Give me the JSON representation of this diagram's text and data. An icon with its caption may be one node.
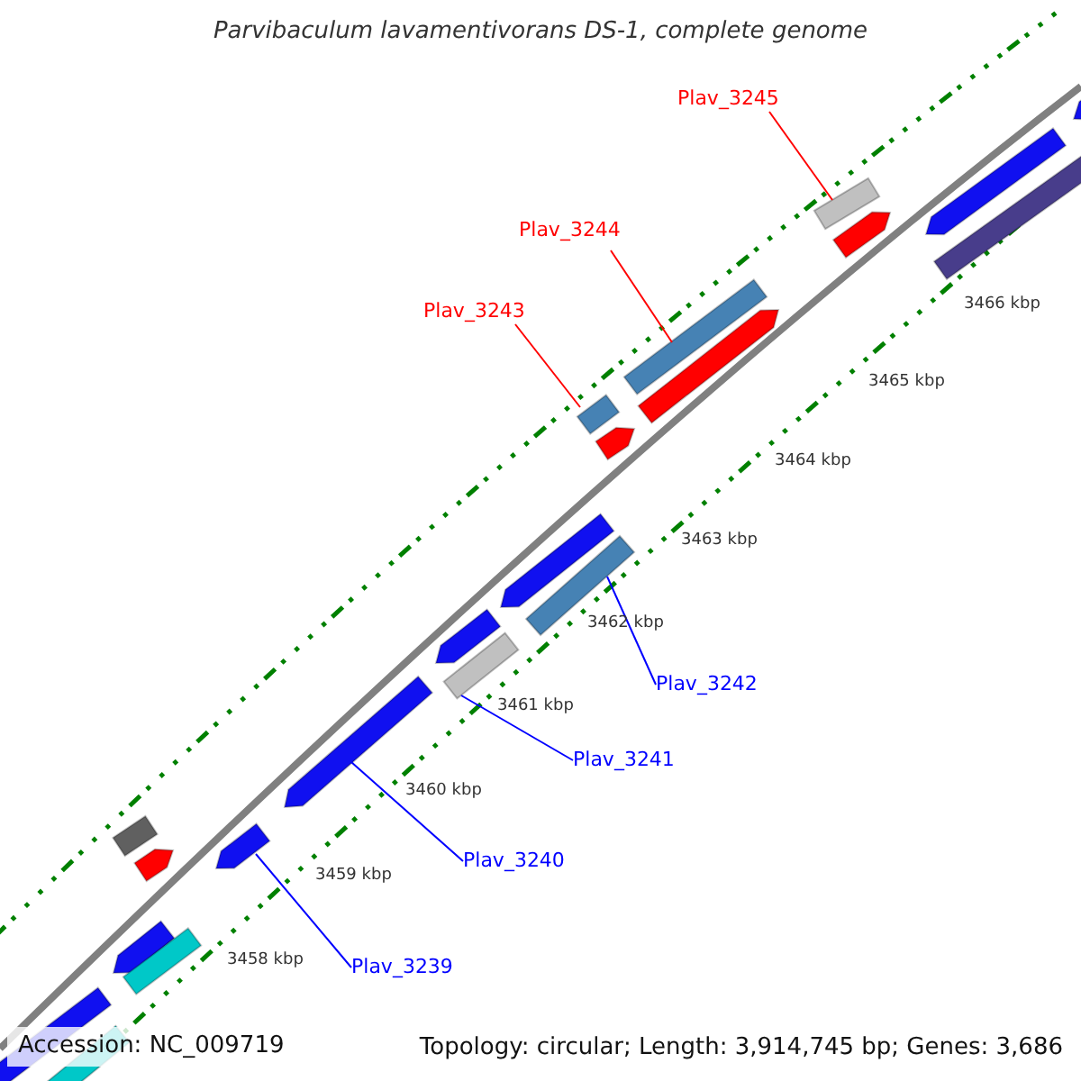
{
  "diagram": {
    "title": "Parvibaculum lavamentivorans DS-1, complete genome",
    "nodes": [
      {
        "text": [
          "Plav_3245"
        ]
      },
      {
        "text": [
          "Plav_3244"
        ]
      },
      {
        "text": [
          "Plav_3243"
        ]
      },
      {
        "text": [
          "Plav_3242"
        ]
      },
      {
        "text": [
          "Plav_3241"
        ]
      },
      {
        "text": [
          "Plav_3240"
        ]
      },
      {
        "text": [
          "Plav_3239"
        ]
      },
      {
        "text": [],
        "shape": "bar"
      },
      {
        "text": [],
        "shape": "bar"
      },
      {
        "text": [],
        "shape": "arrow"
      },
      {
        "text": [],
        "shape": "bar"
      },
      {
        "text": [],
        "shape": "bar"
      },
      {
        "text": [],
        "shape": "arrow"
      },
      {
        "text": [],
        "shape": "arrow"
      },
      {
        "text": [],
        "shape": "arrow"
      },
      {
        "text": [],
        "shape": "arrow"
      },
      {
        "text": [],
        "shape": "bar"
      },
      {
        "text": [],
        "shape": "arrow"
      },
      {
        "text": [],
        "shape": "bar"
      },
      {
        "text": [],
        "shape": "bar"
      },
      {
        "text": [],
        "shape": "arrow"
      },
      {
        "text": [],
        "shape": "bar"
      },
      {
        "text": [],
        "shape": "arrow"
      },
      {
        "text": [],
        "shape": "bar"
      },
      {
        "text": [],
        "shape": "arrow"
      },
      {
        "text": [],
        "shape": "arrow"
      },
      {
        "text": [],
        "shape": "bar"
      },
      {
        "text": [],
        "shape": "arrow"
      }
    ],
    "edges": [
      {
        "from": 0,
        "to": 23,
        "arrow": "none",
        "color": "#ff0000"
      },
      {
        "from": 1,
        "to": 21,
        "arrow": "none",
        "color": "#ff0000"
      },
      {
        "from": 2,
        "to": 19,
        "arrow": "none",
        "color": "#ff0000"
      },
      {
        "from": 3,
        "to": 18,
        "arrow": "none"
      },
      {
        "from": 4,
        "to": 16,
        "arrow": "none"
      },
      {
        "from": 5,
        "to": 14,
        "arrow": "none"
      },
      {
        "from": 6,
        "to": 13,
        "arrow": "none"
      }
    ],
    "labels": [
      "3466 kbp",
      "3465 kbp",
      "3464 kbp",
      "3463 kbp",
      "3462 kbp",
      "3461 kbp",
      "3460 kbp",
      "3459 kbp",
      "3458 kbp",
      "Accession: NC_009719",
      "Topology: circular; Length: 3,914,745 bp; Genes: 3,686"
    ]
  }
}
